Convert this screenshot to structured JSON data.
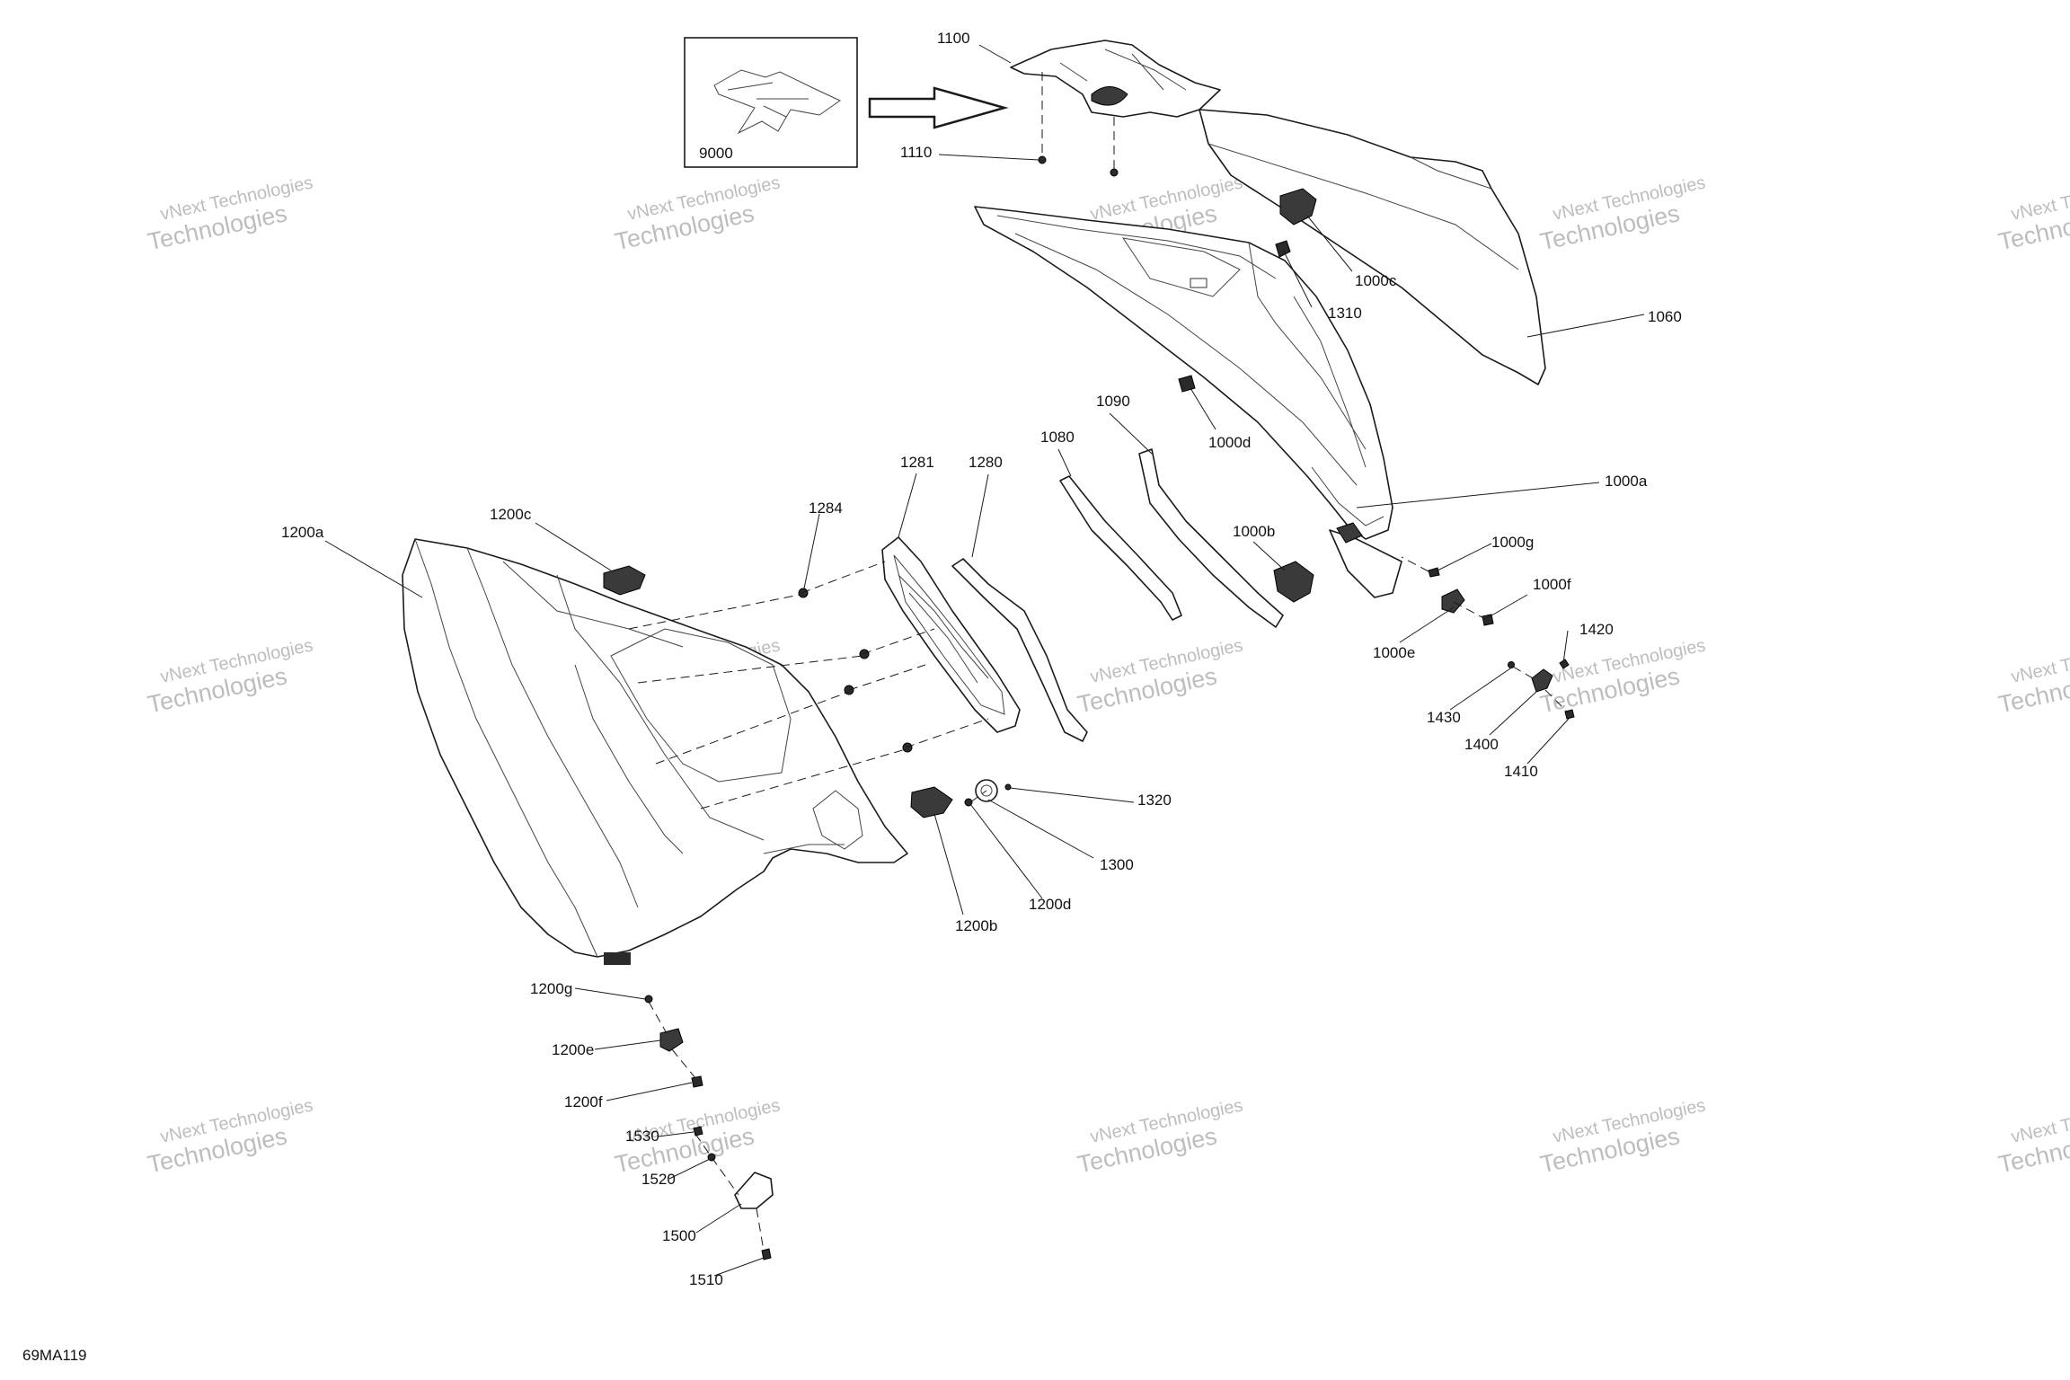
{
  "diagram": {
    "drawing_number": "69MA119",
    "watermark": {
      "line1": "vNext Technologies",
      "line2": "Technologies"
    },
    "inset_label": "9000",
    "callouts": [
      {
        "id": "1100",
        "text": "1100"
      },
      {
        "id": "1110",
        "text": "1110"
      },
      {
        "id": "1000c",
        "text": "1000c"
      },
      {
        "id": "1310",
        "text": "1310"
      },
      {
        "id": "1060",
        "text": "1060"
      },
      {
        "id": "1090",
        "text": "1090"
      },
      {
        "id": "1000d",
        "text": "1000d"
      },
      {
        "id": "1080",
        "text": "1080"
      },
      {
        "id": "1281",
        "text": "1281"
      },
      {
        "id": "1280",
        "text": "1280"
      },
      {
        "id": "1000a",
        "text": "1000a"
      },
      {
        "id": "1284",
        "text": "1284"
      },
      {
        "id": "1200c",
        "text": "1200c"
      },
      {
        "id": "1200a",
        "text": "1200a"
      },
      {
        "id": "1000b",
        "text": "1000b"
      },
      {
        "id": "1000g",
        "text": "1000g"
      },
      {
        "id": "1000f",
        "text": "1000f"
      },
      {
        "id": "1000e",
        "text": "1000e"
      },
      {
        "id": "1420",
        "text": "1420"
      },
      {
        "id": "1430",
        "text": "1430"
      },
      {
        "id": "1400",
        "text": "1400"
      },
      {
        "id": "1410",
        "text": "1410"
      },
      {
        "id": "1320",
        "text": "1320"
      },
      {
        "id": "1300",
        "text": "1300"
      },
      {
        "id": "1200d",
        "text": "1200d"
      },
      {
        "id": "1200b",
        "text": "1200b"
      },
      {
        "id": "1200g",
        "text": "1200g"
      },
      {
        "id": "1200e",
        "text": "1200e"
      },
      {
        "id": "1200f",
        "text": "1200f"
      },
      {
        "id": "1530",
        "text": "1530"
      },
      {
        "id": "1520",
        "text": "1520"
      },
      {
        "id": "1500",
        "text": "1500"
      },
      {
        "id": "1510",
        "text": "1510"
      }
    ]
  }
}
